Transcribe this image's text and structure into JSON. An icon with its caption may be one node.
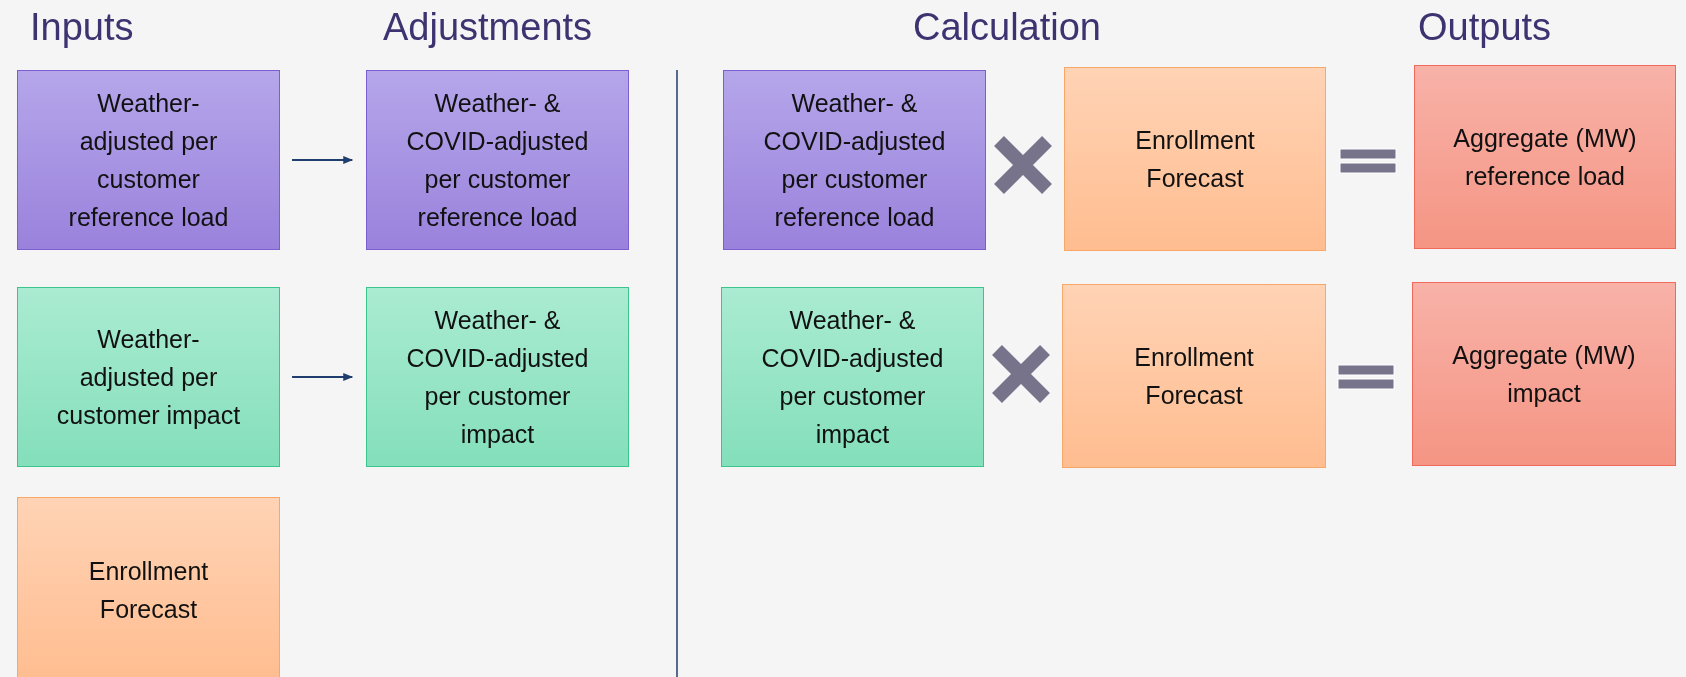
{
  "diagram": {
    "nodes": [
      {
        "text": [
          "Weather-adjusted per customer reference load"
        ]
      },
      {
        "text": [
          "Weather- & COVID-adjusted per customer reference load"
        ]
      },
      {
        "text": [
          "Weather- & COVID-adjusted per customer reference load"
        ]
      },
      {
        "text": [
          "Enrollment Forecast"
        ]
      },
      {
        "text": [
          "Aggregate (MW) reference load"
        ]
      },
      {
        "text": [
          "Weather-adjusted per customer impact"
        ]
      },
      {
        "text": [
          "Weather- & COVID-adjusted per customer impact"
        ]
      },
      {
        "text": [
          "Weather- & COVID-adjusted per customer impact"
        ]
      },
      {
        "text": [
          "Enrollment Forecast"
        ]
      },
      {
        "text": [
          "Aggregate (MW) impact"
        ]
      },
      {
        "text": [
          "Enrollment Forecast"
        ]
      }
    ],
    "edges": [
      {
        "from": 0,
        "to": 1,
        "arrow": "to"
      },
      {
        "from": 5,
        "to": 6,
        "arrow": "to"
      }
    ],
    "labels": [
      "Inputs",
      "Adjustments",
      "Calculation",
      "Outputs"
    ]
  }
}
